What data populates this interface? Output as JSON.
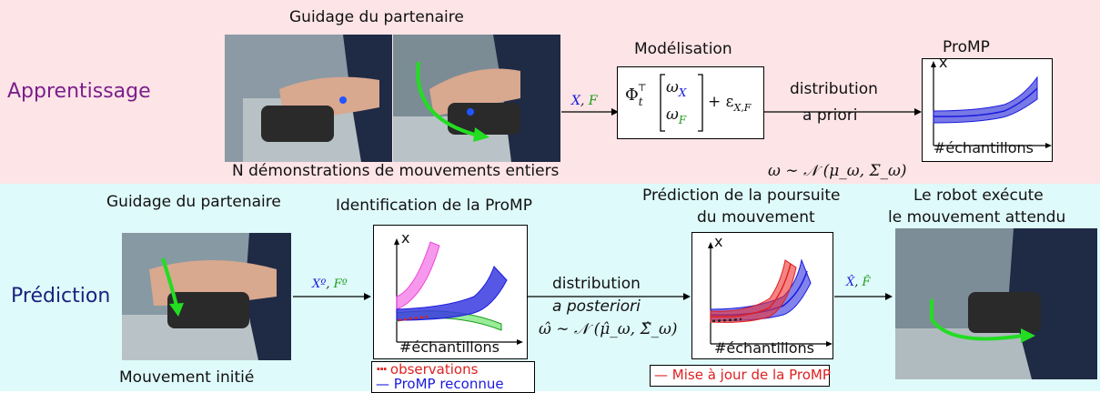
{
  "top": {
    "section_label": "Apprentissage",
    "guidage_title": "Guidage du partenaire",
    "demos_caption": "N démonstrations de mouvements entiers",
    "arrow1_label_x": "X",
    "arrow1_label_sep": ", ",
    "arrow1_label_f": "F",
    "model_title": "Modélisation",
    "model_lhs": "Φ",
    "model_sub_t": "t",
    "model_sup_T": "⊤",
    "model_omega": "ω",
    "model_sub_X": "X",
    "model_sub_F": "F",
    "model_plus": "+ ε",
    "model_eps_sub": "X,F",
    "arrow2_label_line1": "distribution",
    "arrow2_label_line2": "a priori",
    "promp_title": "ProMP",
    "axis_x": "x",
    "axis_samples": "#échantillons",
    "prior_formula": "ω ∼ 𝒩 (μ_ω, Σ_ω)"
  },
  "bottom": {
    "section_label": "Prédiction",
    "guidage_title": "Guidage du partenaire",
    "initiated_caption": "Mouvement initié",
    "arrow1_label_x": "Xº",
    "arrow1_label_sep": ", ",
    "arrow1_label_f": "Fº",
    "ident_title": "Identification de la ProMP",
    "ident_axis_x": "x",
    "ident_axis_samples": "#échantillons",
    "legend_observations": "observations",
    "legend_recognized": "ProMP reconnue",
    "arrow2_label_line1": "distribution",
    "arrow2_label_line2": "a posteriori",
    "posterior_formula": "ω̂ ∼ 𝒩 (μ̂_ω, Σ̂_ω)",
    "prediction_title_line1": "Prédiction de la poursuite",
    "prediction_title_line2": "du mouvement",
    "pred_axis_x": "x",
    "pred_axis_samples": "#échantillons",
    "legend_update": "Mise à jour de la ProMP",
    "arrow3_label_x": "X̂",
    "arrow3_label_sep": ", ",
    "arrow3_label_f": "F̂",
    "robot_title_line1": "Le robot exécute",
    "robot_title_line2": "le mouvement attendu"
  },
  "colors": {
    "band_top": "#fde4e7",
    "band_bottom": "#dffafa",
    "apprentissage": "#7a1f8a",
    "prediction": "#1a237e",
    "blue": "#1a1adf",
    "green": "#1a9b1a",
    "red": "#e02020",
    "magenta": "#ee44dd",
    "arrow_green": "#22dd22"
  }
}
